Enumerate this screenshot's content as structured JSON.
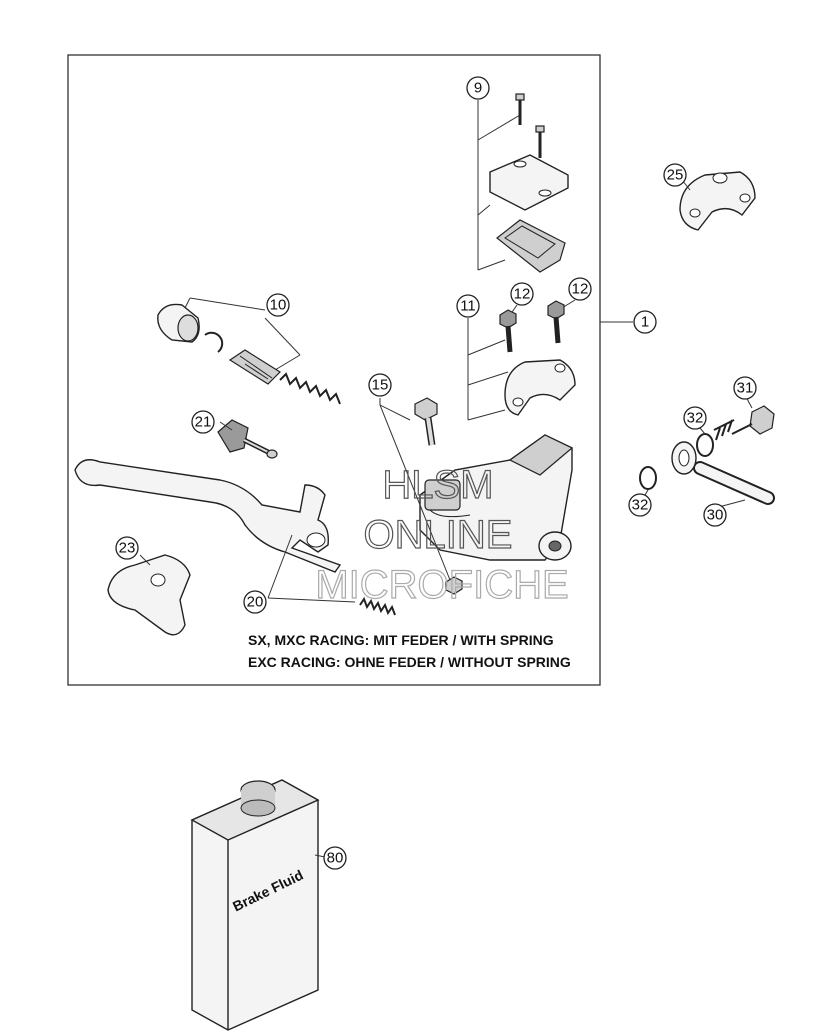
{
  "callouts": [
    {
      "id": "c1",
      "label": "1"
    },
    {
      "id": "c9",
      "label": "9"
    },
    {
      "id": "c10",
      "label": "10"
    },
    {
      "id": "c11",
      "label": "11"
    },
    {
      "id": "c12a",
      "label": "12"
    },
    {
      "id": "c12b",
      "label": "12"
    },
    {
      "id": "c15",
      "label": "15"
    },
    {
      "id": "c20",
      "label": "20"
    },
    {
      "id": "c21",
      "label": "21"
    },
    {
      "id": "c23",
      "label": "23"
    },
    {
      "id": "c25",
      "label": "25"
    },
    {
      "id": "c30",
      "label": "30"
    },
    {
      "id": "c31",
      "label": "31"
    },
    {
      "id": "c32a",
      "label": "32"
    },
    {
      "id": "c32b",
      "label": "32"
    },
    {
      "id": "c80",
      "label": "80"
    }
  ],
  "notes": {
    "line1": "SX, MXC RACING: MIT FEDER / WITH SPRING",
    "line2": "EXC RACING: OHNE FEDER / WITHOUT SPRING"
  },
  "bottle_label": "Brake Fluid",
  "watermark": {
    "line1": "HLSM",
    "line2": "ONLINE",
    "line3": "MICROFICHE"
  }
}
